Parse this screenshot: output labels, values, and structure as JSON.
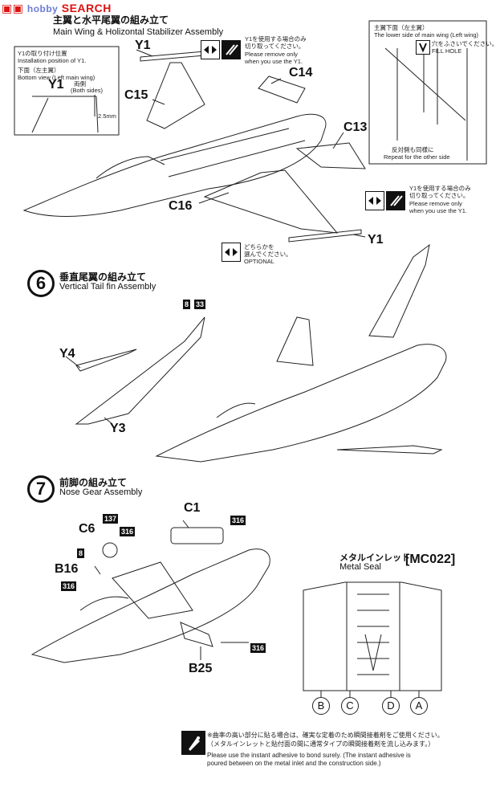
{
  "watermark": {
    "site": "hobby",
    "brand": "SEARCH"
  },
  "step5": {
    "title_jp": "主翼と水平尾翼の組み立て",
    "title_en": "Main Wing & Holizontal Stabilizer Assembly",
    "parts": {
      "y1_top": "Y1",
      "c14": "C14",
      "c15": "C15",
      "c13": "C13",
      "c16": "C16",
      "y1_bottom": "Y1"
    },
    "remove_note_top": {
      "jp1": "Y1を使用する場合のみ",
      "jp2": "切り取ってください。",
      "en1": "Please remove only",
      "en2": "when you use the Y1."
    },
    "remove_note_bottom": {
      "jp1": "Y1を使用する場合のみ",
      "jp2": "切り取ってください。",
      "en1": "Please remove only",
      "en2": "when you use the Y1."
    },
    "optional": {
      "jp1": "どちらかを",
      "jp2": "選んでください。",
      "en": "OPTIONAL"
    },
    "inset_left": {
      "l1": "Y1の取り付け位置",
      "l2": "Installation position of Y1.",
      "l3": "下面（左主翼）",
      "l4": "Bottom view (Left main wing)",
      "part": "Y1",
      "both_jp": "両側",
      "both_en": "(Both sides)",
      "dim": "2.5mm"
    },
    "inset_right": {
      "l1": "主翼下面（左主翼）",
      "l2": "The lower side of main wing (Left wing)",
      "hole_jp": "穴をふさいでください。",
      "hole_en": "FILL HOLE",
      "rep_jp": "反対側も同様に",
      "rep_en": "Repeat for the other side"
    }
  },
  "step6": {
    "num": "6",
    "title_jp": "垂直尾翼の組み立て",
    "title_en": "Vertical Tail fin Assembly",
    "paint": [
      "8",
      "33"
    ],
    "parts": {
      "y4": "Y4",
      "y3": "Y3"
    }
  },
  "step7": {
    "num": "7",
    "title_jp": "前脚の組み立て",
    "title_en": "Nose Gear Assembly",
    "parts": {
      "c1": "C1",
      "c6": "C6",
      "b16": "B16",
      "b25": "B25"
    },
    "paint": {
      "p137": "137",
      "p316a": "316",
      "p316b": "316",
      "p8": "8",
      "p316c": "316",
      "p316d": "316"
    }
  },
  "metal_seal": {
    "jp": "メタルインレット",
    "en": "Metal Seal",
    "code": "[MC022]",
    "letters": [
      "B",
      "C",
      "D",
      "A"
    ]
  },
  "footer": {
    "jp1": "※曲率の高い部分に貼る場合は、確実な定着のため瞬間接着剤をご使用ください。",
    "jp2": "（メタルインレットと貼付面の間に通常タイプの瞬間接着剤を流し込みます。）",
    "en1": "Please use the instant adhesive to bond surely. (The instant adhesive is",
    "en2": "poured between on the metal inlet and the construction side.)"
  }
}
